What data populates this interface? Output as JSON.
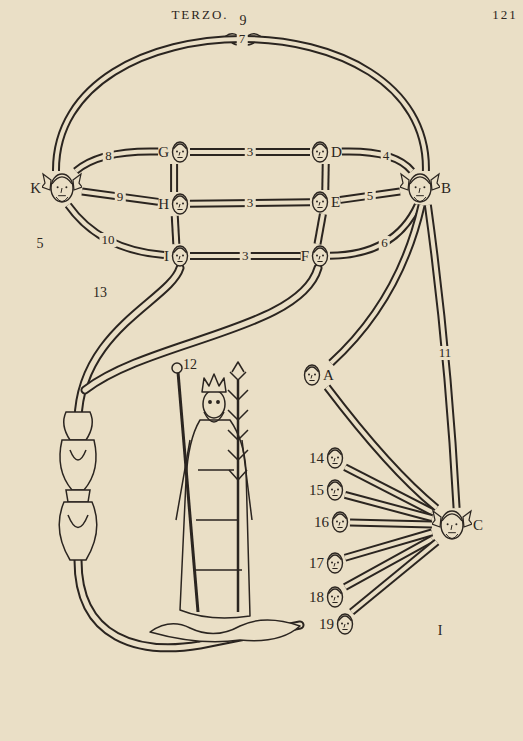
{
  "diagram": {
    "nodes": [
      {
        "text": [
          "G"
        ]
      },
      {
        "text": [
          "D"
        ]
      },
      {
        "text": [
          "K"
        ]
      },
      {
        "text": [
          "H"
        ]
      },
      {
        "text": [
          "E"
        ]
      },
      {
        "text": [
          "B"
        ]
      },
      {
        "text": [
          "I"
        ]
      },
      {
        "text": [
          "F"
        ]
      },
      {
        "text": [
          "A"
        ]
      },
      {
        "text": [
          "C"
        ]
      },
      {
        "text": [
          "14"
        ]
      },
      {
        "text": [
          "15"
        ]
      },
      {
        "text": [
          "16"
        ]
      },
      {
        "text": [
          "17"
        ]
      },
      {
        "text": [
          "18"
        ]
      },
      {
        "text": [
          "19"
        ]
      }
    ],
    "edges": [
      {
        "from": 2,
        "to": 0,
        "label": "8",
        "arrow": "none"
      },
      {
        "from": 0,
        "to": 1,
        "label": "3",
        "arrow": "none"
      },
      {
        "from": 1,
        "to": 5,
        "label": "4",
        "arrow": "none"
      },
      {
        "from": 2,
        "to": 3,
        "label": "9",
        "arrow": "none"
      },
      {
        "from": 3,
        "to": 4,
        "label": "3",
        "arrow": "none"
      },
      {
        "from": 4,
        "to": 5,
        "label": "5",
        "arrow": "none"
      },
      {
        "from": 2,
        "to": 6,
        "label": "10",
        "arrow": "none"
      },
      {
        "from": 6,
        "to": 7,
        "label": "3",
        "arrow": "none"
      },
      {
        "from": 7,
        "to": 5,
        "label": "6",
        "arrow": "none"
      },
      {
        "from": 0,
        "to": 3,
        "arrow": "none"
      },
      {
        "from": 3,
        "to": 6,
        "arrow": "none"
      },
      {
        "from": 1,
        "to": 4,
        "arrow": "none"
      },
      {
        "from": 4,
        "to": 7,
        "arrow": "none"
      },
      {
        "from": 2,
        "to": 5,
        "label": "7",
        "arrow": "none"
      },
      {
        "from": 5,
        "to": 8,
        "arrow": "none"
      },
      {
        "from": 8,
        "to": 9,
        "arrow": "none"
      },
      {
        "from": 5,
        "to": 9,
        "label": "11",
        "arrow": "none"
      },
      {
        "from": 9,
        "to": 10,
        "arrow": "none"
      },
      {
        "from": 9,
        "to": 11,
        "arrow": "none"
      },
      {
        "from": 9,
        "to": 12,
        "arrow": "none"
      },
      {
        "from": 9,
        "to": 13,
        "arrow": "none"
      },
      {
        "from": 9,
        "to": 14,
        "arrow": "none"
      },
      {
        "from": 9,
        "to": 15,
        "arrow": "none"
      }
    ],
    "labels": [
      "TERZO.",
      "121",
      "9",
      "5",
      "13",
      "12",
      "I"
    ]
  }
}
